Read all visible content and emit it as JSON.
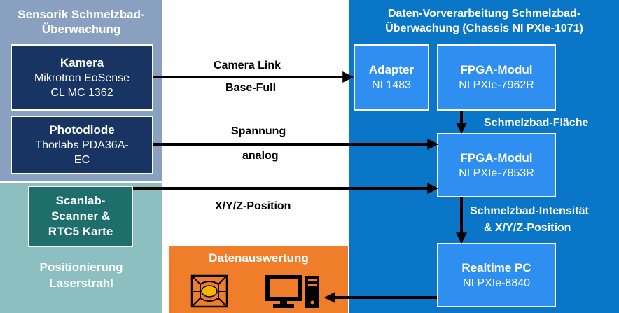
{
  "panels": {
    "sensorik": {
      "title_line1": "Sensorik Schmelzbad-",
      "title_line2": "Überwachung"
    },
    "positionierung": {
      "title_line1": "Positionierung",
      "title_line2": "Laserstrahl"
    },
    "vorverarbeitung": {
      "title_line1": "Daten-Vorverarbeitung Schmelzbad-",
      "title_line2": "Überwachung (Chassis NI PXIe-1071)"
    },
    "auswertung": {
      "title": "Datenauswertung"
    }
  },
  "boxes": {
    "kamera": {
      "title": "Kamera",
      "line1": "Mikrotron EoSense",
      "line2": "CL MC 1362"
    },
    "photodiode": {
      "title": "Photodiode",
      "line1": "Thorlabs PDA36A-",
      "line2": "EC"
    },
    "scanner": {
      "line1": "Scanlab-",
      "line2": "Scanner &",
      "line3": "RTC5 Karte"
    },
    "adapter": {
      "title": "Adapter",
      "line1": "NI 1483"
    },
    "fpga1": {
      "title": "FPGA-Modul",
      "line1": "NI PXIe-7962R"
    },
    "fpga2": {
      "title": "FPGA-Modul",
      "line1": "NI PXIe-7853R"
    },
    "realtime": {
      "title": "Realtime PC",
      "line1": "NI PXIe-8840"
    }
  },
  "connections": {
    "camera_link": {
      "line1": "Camera Link",
      "line2": "Base-Full"
    },
    "spannung": {
      "line1": "Spannung",
      "line2": "analog"
    },
    "position": {
      "label": "X/Y/Z-Position"
    },
    "flaeche": {
      "label": "Schmelzbad-Fläche"
    },
    "intensitaet": {
      "line1": "Schmelzbad-Intensität",
      "line2": "& X/Y/Z-Position"
    }
  },
  "icons": [
    "melt-pool-icon",
    "computer-icon"
  ],
  "colors": {
    "sensorik_panel": "#8aa0c0",
    "dark_blue_box": "#173462",
    "positionierung_panel": "#8cbfbf",
    "teal_box": "#1e6e6b",
    "blue_panel": "#0a76c8",
    "blue_box": "#2f8ff0",
    "orange_panel": "#ef7d2a"
  }
}
